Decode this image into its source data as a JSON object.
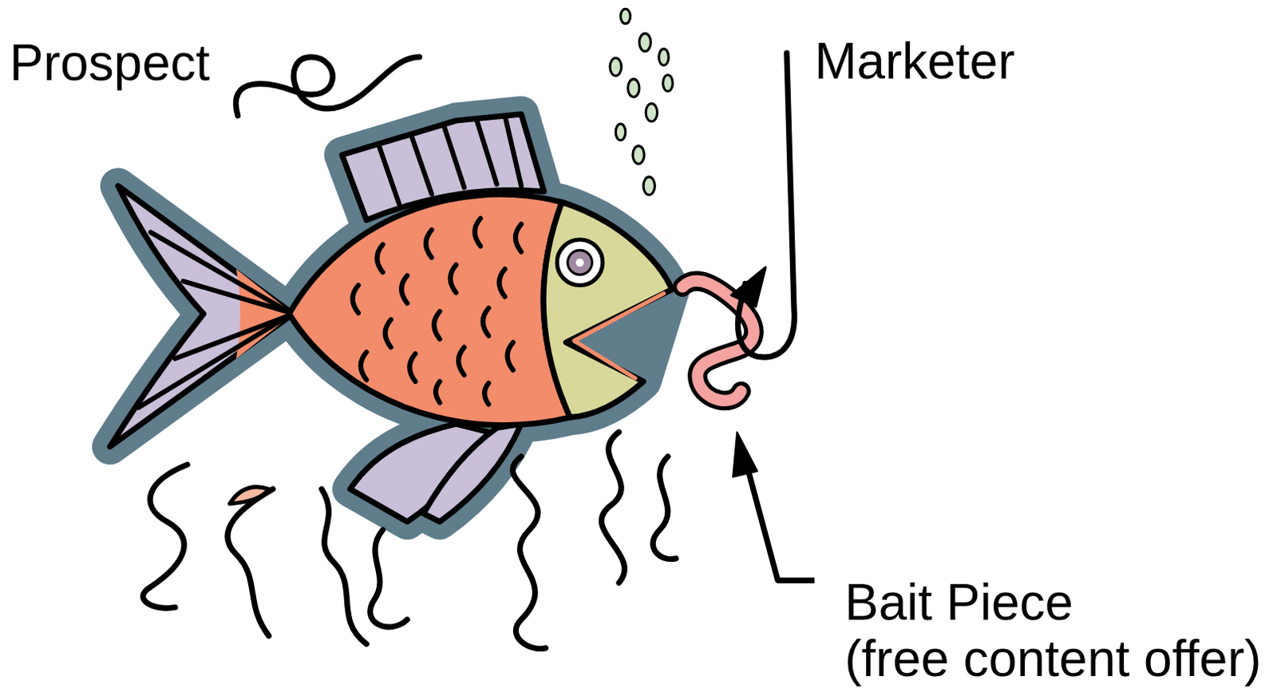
{
  "diagram": {
    "labels": [
      "Prospect",
      "Marketer",
      "Bait Piece",
      "(free content offer)"
    ]
  }
}
